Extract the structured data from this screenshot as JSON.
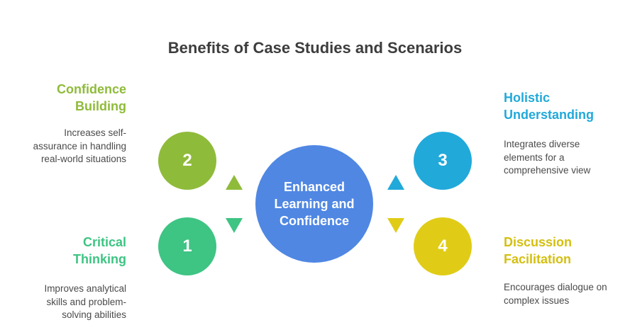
{
  "title": "Benefits of Case Studies and Scenarios",
  "center": "Enhanced Learning and Confidence",
  "items": [
    {
      "number": "1",
      "heading": "Critical Thinking",
      "description": "Improves analytical skills and problem-solving abilities",
      "color": "#3ec483"
    },
    {
      "number": "2",
      "heading": "Confidence Building",
      "description": "Increases self-assurance in handling real-world situations",
      "color": "#8fbb3a"
    },
    {
      "number": "3",
      "heading": "Holistic Understanding",
      "description": "Integrates diverse elements for a comprehensive view",
      "color": "#21a9da"
    },
    {
      "number": "4",
      "heading": "Discussion Facilitation",
      "description": "Encourages dialogue on complex issues",
      "color": "#e0cc17"
    }
  ]
}
